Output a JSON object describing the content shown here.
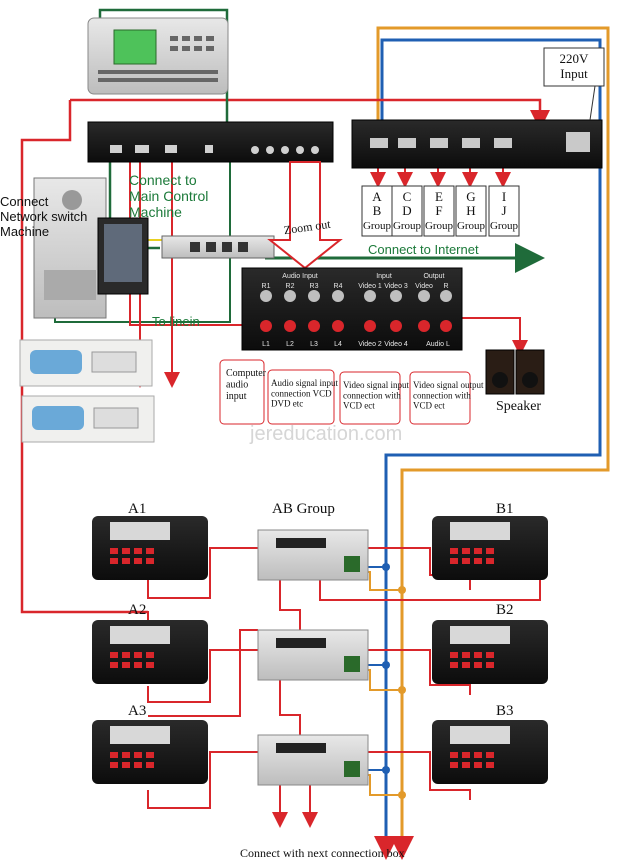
{
  "labels": {
    "power": "220V\nInput",
    "connect_main": "Connect to\nMain Control\nMachine",
    "connect_network": "Connect\nNetwork switch\nMachine",
    "zoom_out": "Zoom out",
    "connect_internet": "Connect to Internet",
    "to_linein": "To linein",
    "computer_audio": "Computer\naudio\ninput",
    "audio_signal": "Audio signal input\nconnection VCD\nDVD etc",
    "video_in": "Video signal input\nconnection with\nVCD ect",
    "video_out": "Video signal output\nconnection with\nVCD ect",
    "speaker": "Speaker",
    "watermark": "jereducation.com",
    "ab_group": "AB Group",
    "bottom": "Connect with next connection box"
  },
  "groups": [
    {
      "top": "A",
      "bottom": "B",
      "suffix": "Group"
    },
    {
      "top": "C",
      "bottom": "D",
      "suffix": "Group"
    },
    {
      "top": "E",
      "bottom": "F",
      "suffix": "Group"
    },
    {
      "top": "G",
      "bottom": "H",
      "suffix": "Group"
    },
    {
      "top": "I",
      "bottom": "J",
      "suffix": "Group"
    }
  ],
  "panel_labels": {
    "audio_input": "Audio Input",
    "video_input": "Input",
    "video_output": "Output",
    "top_row": [
      "R1",
      "R2",
      "R3",
      "R4",
      "Video 1",
      "Video 3",
      "Video",
      "R"
    ],
    "bottom_row": [
      "L1",
      "L2",
      "L3",
      "L4",
      "Video 2",
      "Video 4",
      "Audio L"
    ]
  },
  "units": [
    {
      "id": "A1",
      "label": "A1"
    },
    {
      "id": "A2",
      "label": "A2"
    },
    {
      "id": "A3",
      "label": "A3"
    },
    {
      "id": "B1",
      "label": "B1"
    },
    {
      "id": "B2",
      "label": "B2"
    },
    {
      "id": "B3",
      "label": "B3"
    }
  ],
  "colors": {
    "red_wire": "#d9262b",
    "green_wire": "#1f6b3a",
    "blue_wire": "#1f5fb3",
    "orange_wire": "#e39a2a",
    "device_dark": "#1a1a1a",
    "text_green": "#1c7a3a"
  }
}
